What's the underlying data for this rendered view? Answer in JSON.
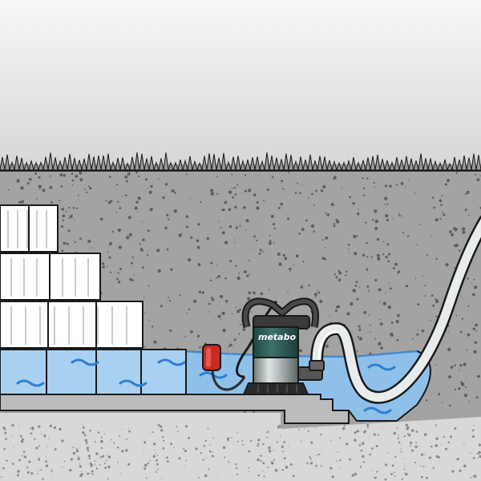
{
  "pump": {
    "brand_label": "metabo"
  },
  "colors": {
    "sky_top": "#f7f7f7",
    "sky_bottom": "#d4d4d4",
    "soil": "#a3a3a3",
    "soil_speckle": "#5e5e5e",
    "pit_background": "#9c9c9c",
    "lower_ground": "#dddddd",
    "water": "#8fc0ea",
    "water_wave": "#2f7fd0",
    "pump_body": "#2d5b55",
    "pump_steel": "#9aa3a3",
    "float_switch": "#c92b22",
    "hose": "#e8ecec",
    "outline": "#1a1a1a"
  },
  "icons": {
    "grass": "grass-strip",
    "pump": "submersible-pump-icon",
    "float_switch": "float-switch-icon",
    "hose": "discharge-hose",
    "storage": "stacked-boxes"
  }
}
